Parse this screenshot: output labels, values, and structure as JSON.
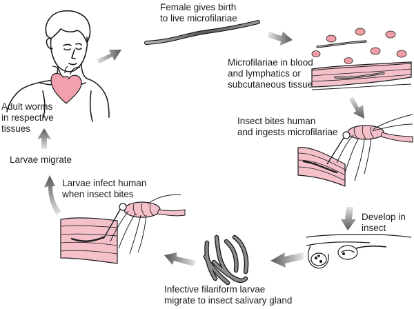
{
  "diagram": {
    "labels": {
      "female_birth": "Female gives birth\nto live microfilariae",
      "microfilariae_blood": "Microfilariae in blood\nand lymphatics or\nsubcutaneous tissue",
      "insect_bites": "Insect bites human\nand ingests microfilariae",
      "develop": "Develop in\ninsect",
      "infective_larvae": "Infective filariform larvae\nmigrate to insect salivary gland",
      "larvae_infect": "Larvae infect human\nwhen insect bites",
      "larvae_migrate": "Larvae migrate",
      "adult_worms": "Adult worms\nin respective\ntissues"
    },
    "colors": {
      "skin_pink": "#f4c1cb",
      "heart_pink": "#f2a0ad",
      "cell_pink": "#ef9ea8",
      "ink": "#1a1a1a",
      "worm_gray": "#8c8c8c",
      "arrow_gray": "#6e6e6e"
    }
  }
}
